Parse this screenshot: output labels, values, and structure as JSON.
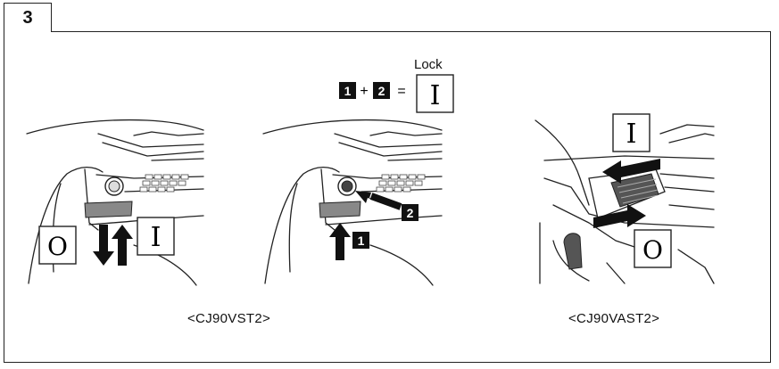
{
  "step": {
    "number": "3"
  },
  "formula": {
    "term1": "1",
    "plus": "+",
    "term2": "2",
    "equals": "=",
    "result_label": "Lock",
    "result_symbol": "I"
  },
  "figures": [
    {
      "caption": "<CJ90VST2>",
      "symbol_off": "O",
      "symbol_on": "I"
    },
    {
      "caption": "",
      "callout_1": "1",
      "callout_2": "2"
    },
    {
      "caption": "<CJ90VAST2>",
      "symbol_on": "I",
      "symbol_off": "O"
    }
  ]
}
